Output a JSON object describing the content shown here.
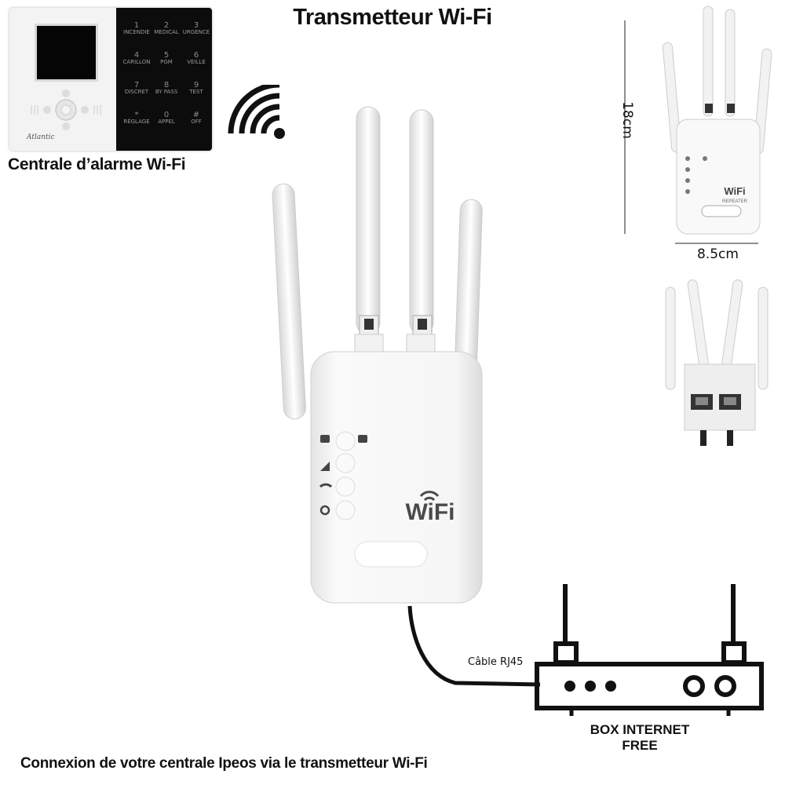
{
  "header": {
    "title": "Transmetteur Wi-Fi"
  },
  "alarm_panel": {
    "caption": "Centrale d’alarme Wi-Fi",
    "brand": "Atlantic",
    "keys": [
      {
        "digit": "1",
        "label": "INCENDIE"
      },
      {
        "digit": "2",
        "label": "MEDICAL"
      },
      {
        "digit": "3",
        "label": "URGENCE"
      },
      {
        "digit": "4",
        "label": "CARILLON"
      },
      {
        "digit": "5",
        "label": "PGM"
      },
      {
        "digit": "6",
        "label": "VEILLE"
      },
      {
        "digit": "7",
        "label": "DISCRET"
      },
      {
        "digit": "8",
        "label": "BY PASS"
      },
      {
        "digit": "9",
        "label": "TEST"
      },
      {
        "digit": "*",
        "label": "RÉGLAGE"
      },
      {
        "digit": "0",
        "label": "APPEL"
      },
      {
        "digit": "#",
        "label": "OFF"
      }
    ]
  },
  "repeater": {
    "logo": "WiFi"
  },
  "dimensions": {
    "height": "18cm",
    "width": "8.5cm"
  },
  "thumbnail": {
    "logo": "WiFi",
    "sublabel": "REPEATER"
  },
  "cable": {
    "label": "Câble RJ45"
  },
  "box": {
    "line1": "BOX INTERNET",
    "line2": "FREE"
  },
  "footer": {
    "caption": "Connexion de votre centrale Ipeos via le transmetteur Wi-Fi"
  },
  "icons": [
    "wifi-signal-icon",
    "router-icon",
    "alarm-panel",
    "repeater-device"
  ]
}
